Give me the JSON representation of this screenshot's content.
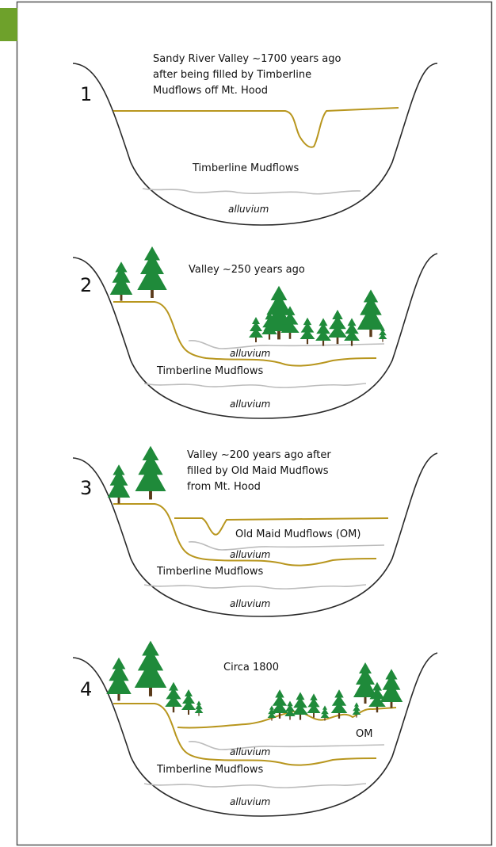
{
  "panels": [
    {
      "number": "1",
      "caption": [
        "Sandy River Valley ~1700 years ago",
        "after being filled by Timberline",
        "Mudflows off Mt. Hood"
      ],
      "labels": {
        "timberline": "Timberline Mudflows",
        "alluvium_lower": "alluvium"
      }
    },
    {
      "number": "2",
      "caption": [
        "Valley ~250 years ago"
      ],
      "labels": {
        "alluvium_upper": "alluvium",
        "timberline": "Timberline Mudflows",
        "alluvium_lower": "alluvium"
      }
    },
    {
      "number": "3",
      "caption": [
        "Valley ~200 years ago after",
        "filled by Old Maid Mudflows",
        "from Mt. Hood"
      ],
      "labels": {
        "old_maid": "Old Maid Mudflows (OM)",
        "alluvium_upper": "alluvium",
        "timberline": "Timberline Mudflows",
        "alluvium_lower": "alluvium"
      }
    },
    {
      "number": "4",
      "caption": [
        "Circa 1800"
      ],
      "labels": {
        "om": "OM",
        "alluvium_upper": "alluvium",
        "timberline": "Timberline Mudflows",
        "alluvium_lower": "alluvium"
      }
    }
  ],
  "colors": {
    "valley_outline": "#2a2a2a",
    "mudflow_line": "#b8961e",
    "alluvium_line": "#bcbcbc",
    "tree": "#1f8a3a",
    "trunk": "#5a3a1a",
    "corner_tab": "#6ea12b",
    "frame": "#555555"
  }
}
